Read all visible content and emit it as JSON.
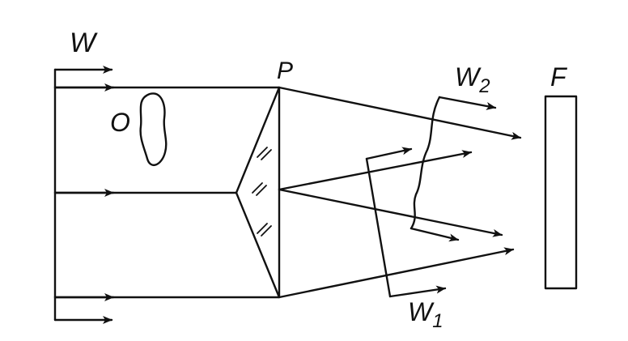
{
  "labels": {
    "w": "W",
    "p": "P",
    "o": "O",
    "f": "F",
    "w1_main": "W",
    "w1_sub": "1",
    "w2_main": "W",
    "w2_sub": "2"
  },
  "colors": {
    "ink": "#111111",
    "paper": "#ffffff"
  }
}
